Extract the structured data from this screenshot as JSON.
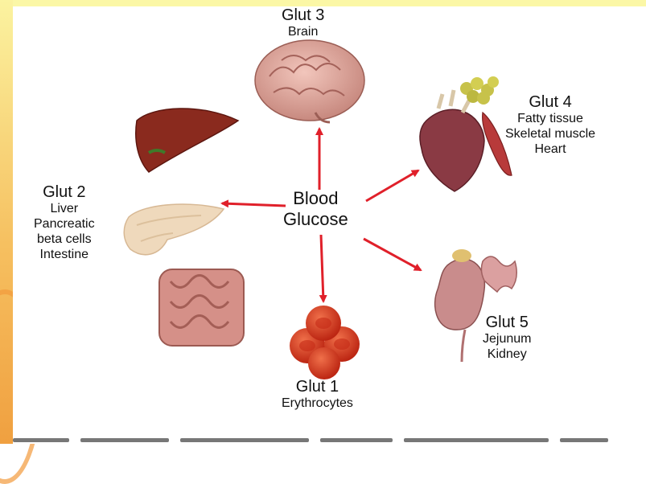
{
  "center": {
    "line1": "Blood",
    "line2": "Glucose"
  },
  "glut3": {
    "title": "Glut 3",
    "sub": [
      "Brain"
    ]
  },
  "glut4": {
    "title": "Glut 4",
    "sub": [
      "Fatty tissue",
      "Skeletal muscle",
      "Heart"
    ]
  },
  "glut2": {
    "title": "Glut 2",
    "sub": [
      "Liver",
      "Pancreatic",
      "beta cells",
      "Intestine"
    ]
  },
  "glut5": {
    "title": "Glut 5",
    "sub": [
      "Jejunum",
      "Kidney"
    ]
  },
  "glut1": {
    "title": "Glut 1",
    "sub": [
      "Erythrocytes"
    ]
  },
  "colors": {
    "arrow": "#e0202a",
    "slide_bg": "#f6dd8c",
    "accent": "#f29a3c"
  }
}
